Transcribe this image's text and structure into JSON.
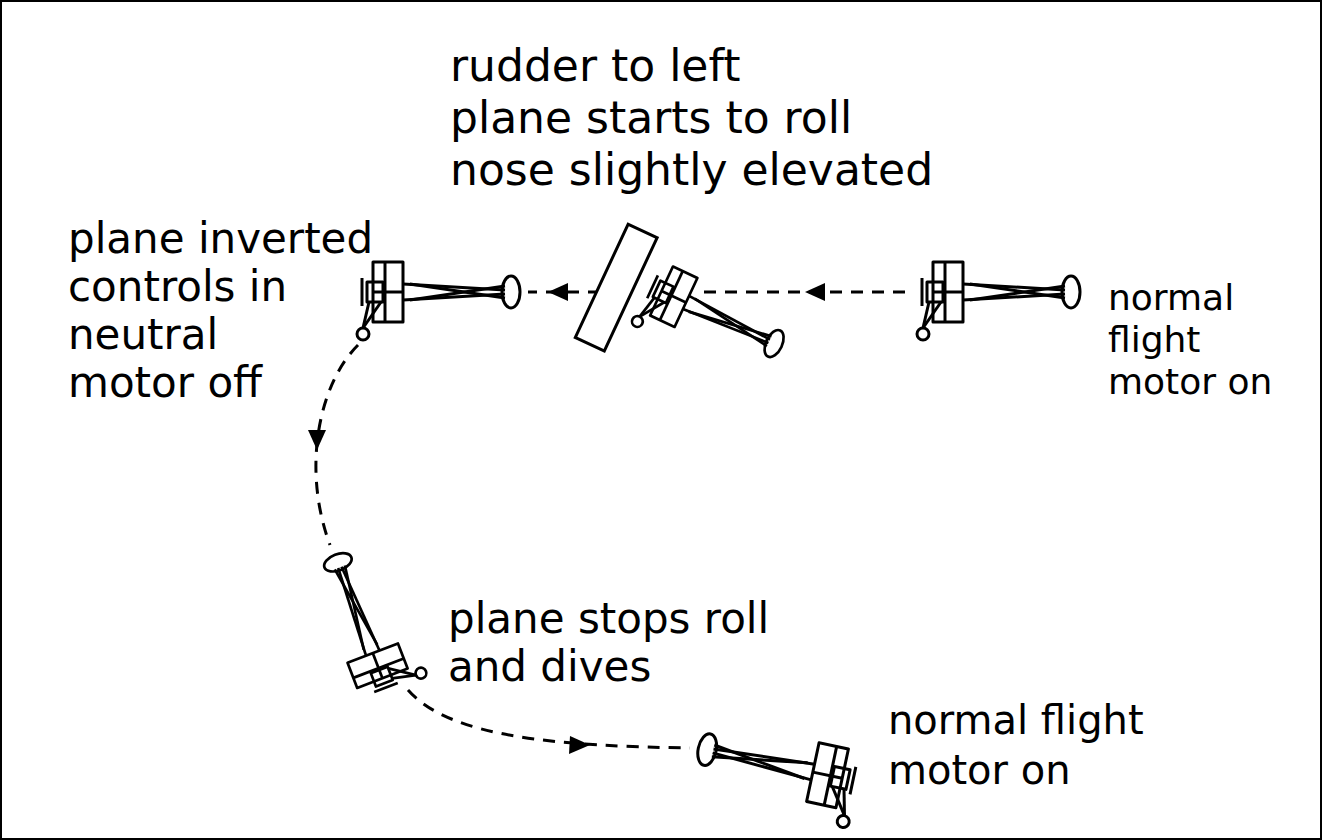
{
  "diagram": {
    "labels": [
      "rudder to left",
      "plane starts to roll",
      "nose slightly elevated",
      "plane inverted",
      "controls in",
      "neutral",
      "motor off",
      "normal",
      "flight",
      "motor on",
      "plane stops roll",
      "and dives",
      "normal flight",
      "motor on"
    ]
  }
}
